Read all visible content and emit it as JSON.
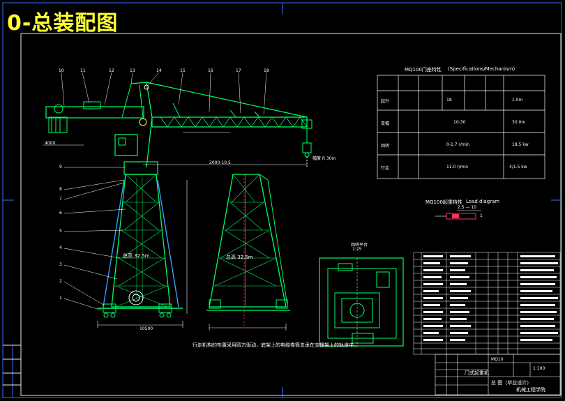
{
  "title": "0-总装配图",
  "spec_table": {
    "heading": "MQ100门座特性",
    "heading_en": "(Specifications/Mechanism)",
    "rows": [
      {
        "name": "起升",
        "value": "18",
        "speed": "1.0m"
      },
      {
        "name": "变幅",
        "value": "10-30",
        "speed": "30.0m"
      },
      {
        "name": "回转",
        "value": "0-1.7 r/min",
        "speed": "18.5 kw"
      },
      {
        "name": "行走",
        "value": "11.0 r/min",
        "speed": "4/1.5 kw"
      }
    ]
  },
  "load_diagram": {
    "heading": "MQ100起重特性",
    "heading_en": "Load diagram",
    "scale": "2.5 — 10",
    "marker": "1"
  },
  "labels": {
    "span": "2000-10.5",
    "radius": "幅度 R 30m",
    "height_left": "总高 32.5m",
    "height_right": "总高 32.5m",
    "platform_title": "回转平台",
    "platform_scale": "1:25",
    "rail": "4000",
    "base": "10500"
  },
  "callouts": [
    "10",
    "11",
    "12",
    "13",
    "14",
    "15",
    "16",
    "17",
    "18",
    "1",
    "2",
    "3",
    "4",
    "5",
    "6",
    "7",
    "8",
    "9"
  ],
  "note": "行走机构的布置采用四方驱动，底架上的电缆卷筒支承在支撑架上的轨道中。",
  "title_block": {
    "drawing_name": "门式起重机",
    "company": "总 图（毕业设计）",
    "org": "机械工程学院",
    "code": "MQ10",
    "scale": "1:100"
  }
}
